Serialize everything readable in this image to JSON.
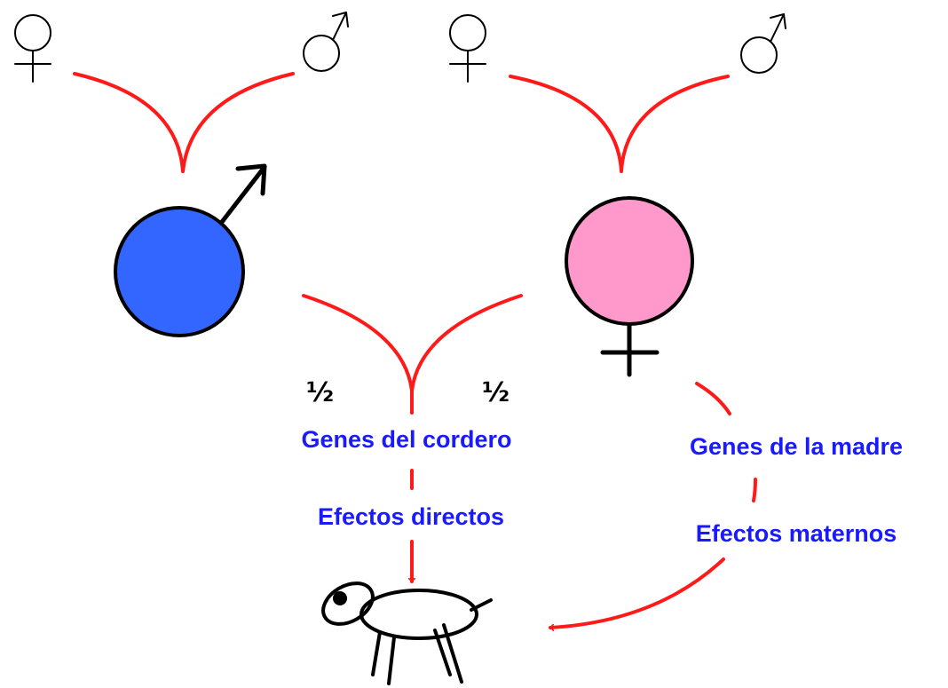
{
  "labels": {
    "half_left": "½",
    "half_right": "½",
    "lamb_genes": "Genes del cordero",
    "direct_effects": "Efectos directos",
    "mother_genes": "Genes de la madre",
    "maternal_effects": "Efectos maternos"
  },
  "colors": {
    "sire": "#3366ff",
    "dam": "#ff99cc",
    "arrows": "#ff1a1a",
    "text": "#1a1aff"
  },
  "icons": [
    "female-symbol-icon",
    "male-symbol-icon",
    "lamb-icon"
  ]
}
